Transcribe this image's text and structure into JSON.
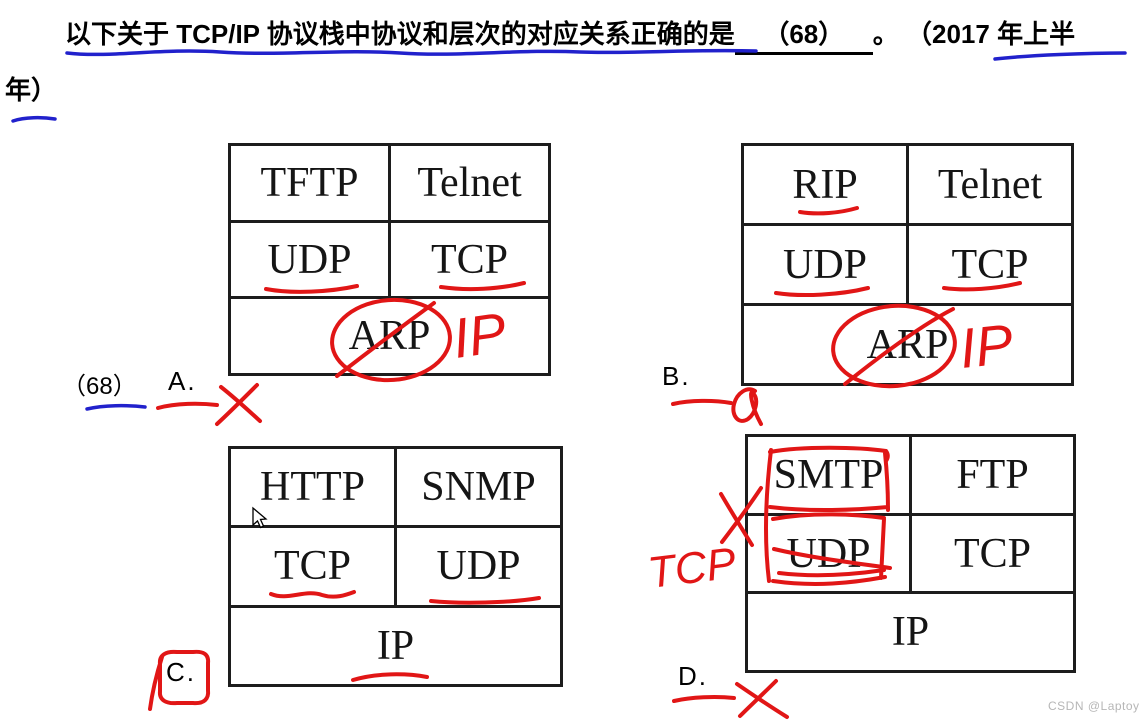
{
  "question": {
    "line1_before_blank": "以下关于 TCP/IP 协议栈中协议和层次的对应关系正确的是",
    "blank_text": "（68）",
    "line1_after_blank": "。 （2017 年上半",
    "line2": "年）"
  },
  "options": {
    "number_label": "（68）",
    "a": {
      "label": "A.",
      "table": {
        "r1c1": "TFTP",
        "r1c2": "Telnet",
        "r2c1": "UDP",
        "r2c2": "TCP",
        "r3": "ARP"
      }
    },
    "b": {
      "label": "B.",
      "table": {
        "r1c1": "RIP",
        "r1c2": "Telnet",
        "r2c1": "UDP",
        "r2c2": "TCP",
        "r3": "ARP"
      }
    },
    "c": {
      "label": "C.",
      "table": {
        "r1c1": "HTTP",
        "r1c2": "SNMP",
        "r2c1": "TCP",
        "r2c2": "UDP",
        "r3": "IP"
      }
    },
    "d": {
      "label": "D.",
      "table": {
        "r1c1": "SMTP",
        "r1c2": "FTP",
        "r2c1": "UDP",
        "r2c2": "TCP",
        "r3": "IP"
      }
    }
  },
  "annotations": {
    "red_color": "#e11616",
    "blue_color": "#2121cc",
    "handwritten_ip_a": "IP",
    "handwritten_ip_b": "IP",
    "handwritten_tcp_d": "TCP"
  },
  "watermark": "CSDN @Laptoy"
}
